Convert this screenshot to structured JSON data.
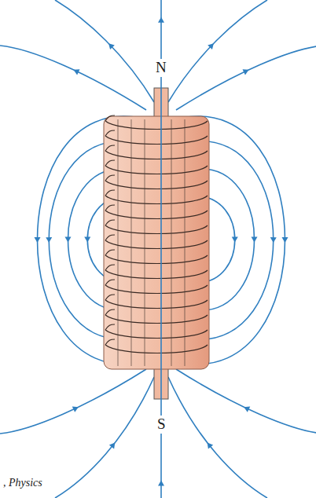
{
  "diagram": {
    "labels": [
      "N",
      "S",
      ", Physics"
    ]
  }
}
